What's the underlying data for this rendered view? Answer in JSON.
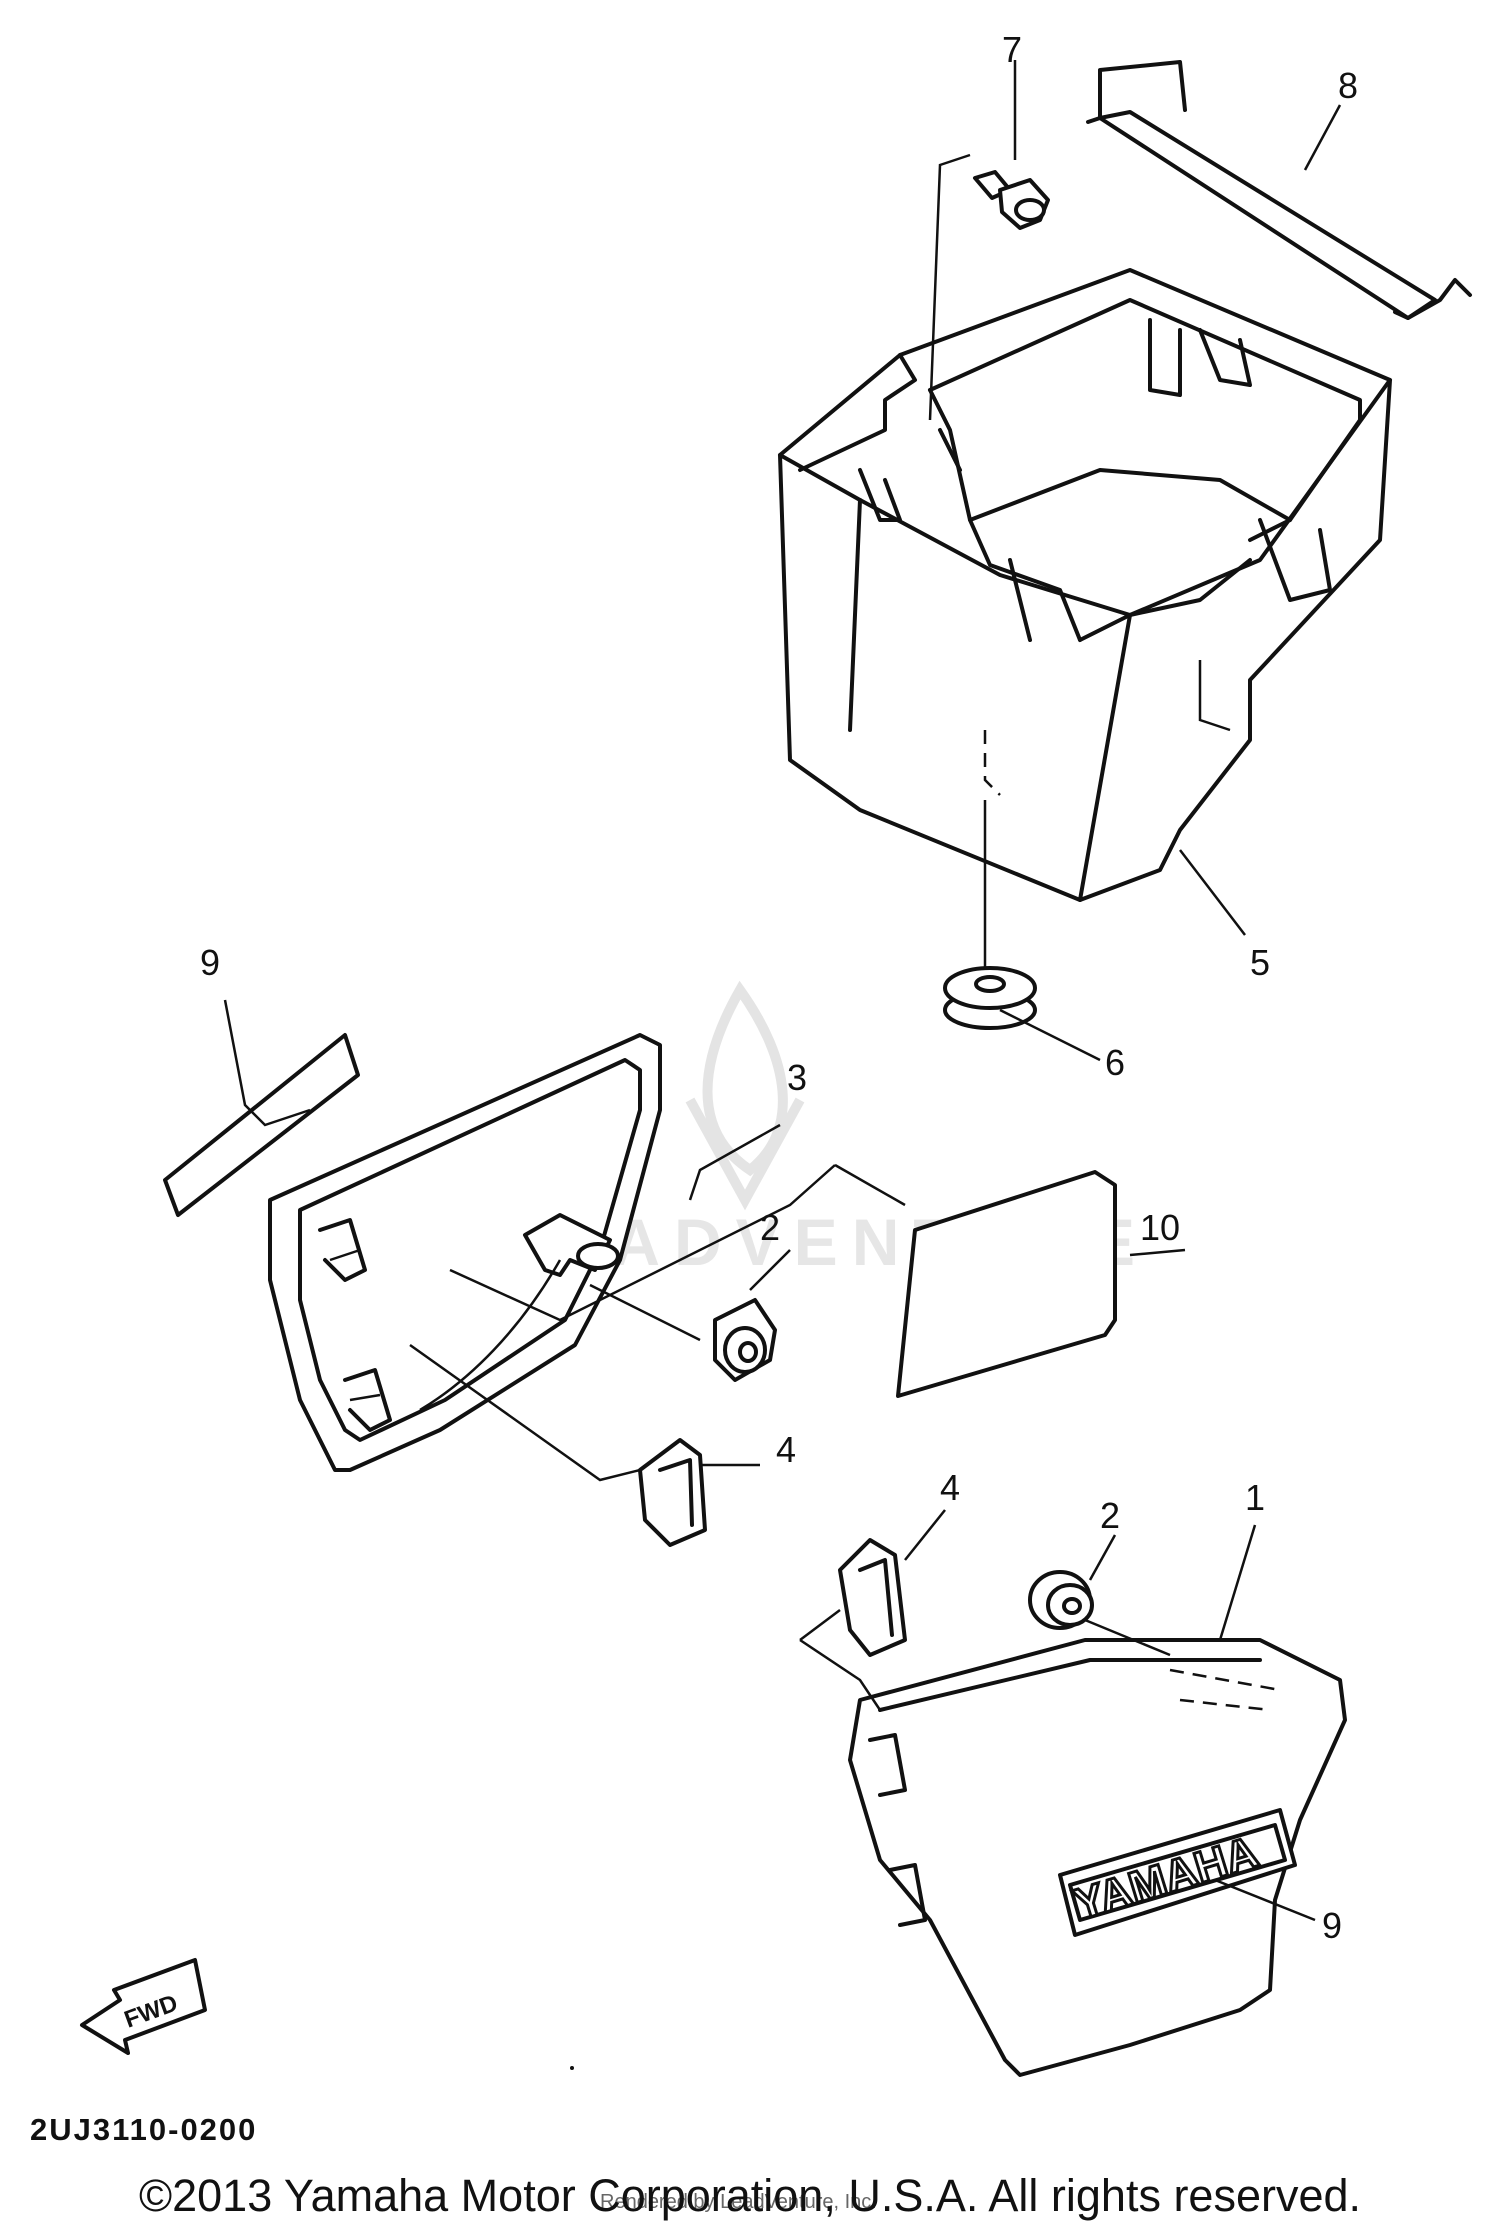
{
  "callouts": {
    "c1": "1",
    "c2a": "2",
    "c2b": "2",
    "c3": "3",
    "c4a": "4",
    "c4b": "4",
    "c5": "5",
    "c6": "6",
    "c7": "7",
    "c8": "8",
    "c9a": "9",
    "c9b": "9",
    "c10": "10"
  },
  "cover_logo": "YAMAHA",
  "fwd_label": "FWD",
  "diagram_code": "2UJ3110-0200",
  "watermark": "LEADVENTURE",
  "rendered_by": "Rendered by LeadVenture, Inc.",
  "copyright": "©2013 Yamaha Motor Corporation, U.S.A. All rights reserved."
}
